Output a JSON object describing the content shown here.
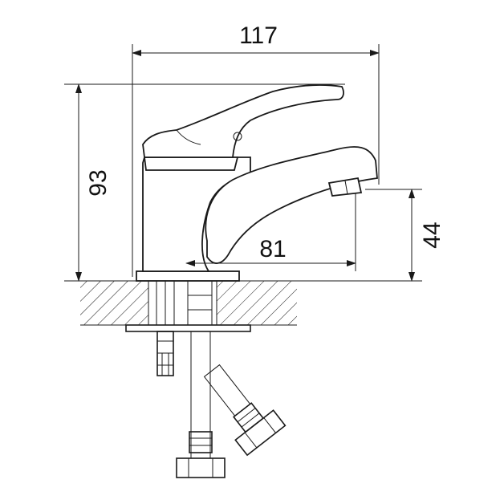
{
  "dimensions": {
    "width_total": "117",
    "height_total": "93",
    "spout_reach": "81",
    "spout_height": "44"
  }
}
